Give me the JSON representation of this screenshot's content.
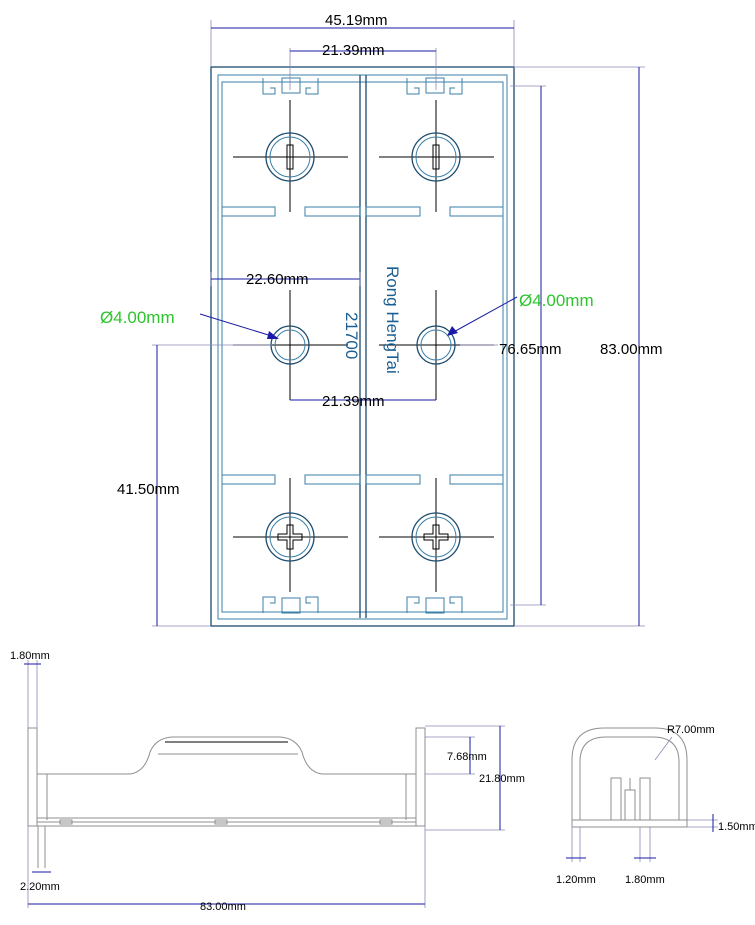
{
  "top_view": {
    "width_total": "45.19mm",
    "hole_spacing_top": "21.39mm",
    "hole_spacing_mid": "21.39mm",
    "inner_spacing": "22.60mm",
    "hole_left": "Ø4.00mm",
    "hole_right": "Ø4.00mm",
    "inner_length": "76.65mm",
    "total_length": "83.00mm",
    "half_length": "41.50mm",
    "brand_text": "Rong HengTai",
    "model_text": "21700"
  },
  "side_view": {
    "wall_thickness": "1.80mm",
    "bottom_thickness": "2.20mm",
    "total_length": "83.00mm",
    "step_height": "7.68mm",
    "total_height": "21.80mm"
  },
  "end_view": {
    "radius": "R7.00mm",
    "base_offset": "1.50mm",
    "slot_width_a": "1.20mm",
    "slot_width_b": "1.80mm"
  },
  "colors": {
    "dimension": "#1a1aa6",
    "callout": "#2ec42e",
    "outline": "#1b4c70",
    "engraving": "#1b5e92"
  }
}
